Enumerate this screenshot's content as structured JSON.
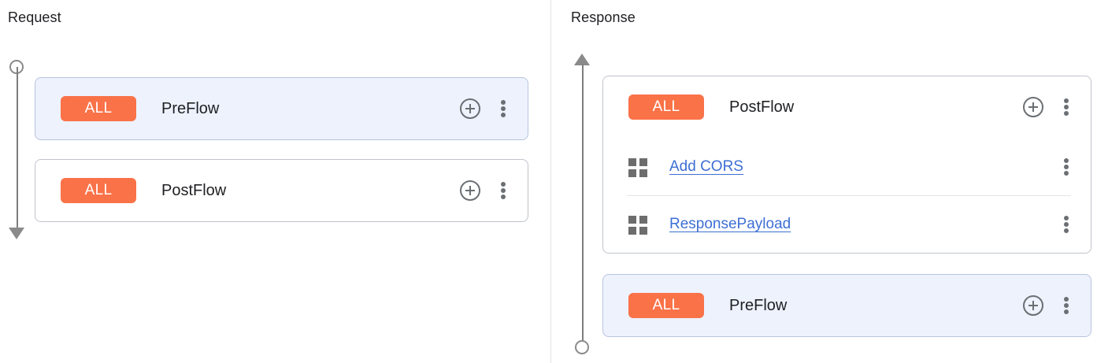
{
  "theme": {
    "badge_color": "#fa7248",
    "link_color": "#3d6fd4",
    "selected_card_bg": "#edf2fd",
    "card_border": "#bfc4cc",
    "rail_color": "#8a8a8a"
  },
  "request": {
    "title": "Request",
    "cards": [
      {
        "badge": "ALL",
        "name": "PreFlow",
        "selected": true,
        "add_icon": "plus-circle-icon",
        "menu_icon": "kebab-menu-icon",
        "policies": []
      },
      {
        "badge": "ALL",
        "name": "PostFlow",
        "selected": false,
        "add_icon": "plus-circle-icon",
        "menu_icon": "kebab-menu-icon",
        "policies": []
      }
    ]
  },
  "response": {
    "title": "Response",
    "cards": [
      {
        "badge": "ALL",
        "name": "PostFlow",
        "selected": false,
        "add_icon": "plus-circle-icon",
        "menu_icon": "kebab-menu-icon",
        "policies": [
          {
            "icon": "policy-grid-icon",
            "label": "Add CORS",
            "menu_icon": "kebab-menu-icon"
          },
          {
            "icon": "policy-grid-icon",
            "label": "ResponsePayload",
            "menu_icon": "kebab-menu-icon"
          }
        ]
      },
      {
        "badge": "ALL",
        "name": "PreFlow",
        "selected": true,
        "add_icon": "plus-circle-icon",
        "menu_icon": "kebab-menu-icon",
        "policies": []
      }
    ]
  }
}
